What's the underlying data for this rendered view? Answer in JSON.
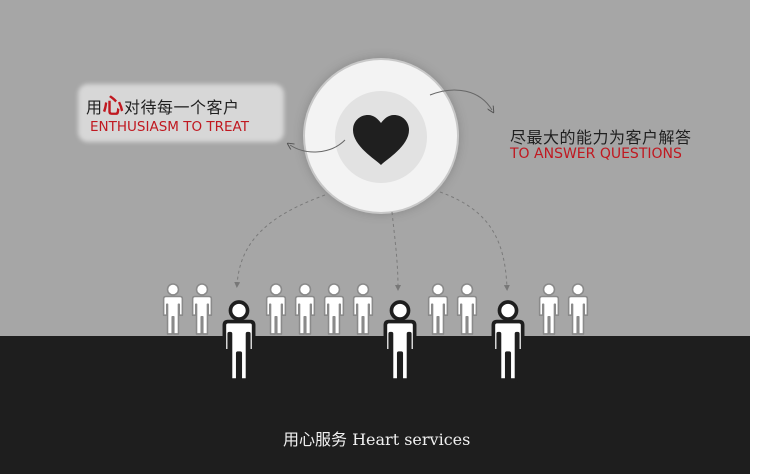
{
  "left_caption": {
    "cn_before": "用",
    "cn_accent": "心",
    "cn_after": "对待每一个客户",
    "en": "ENTHUSIASM TO TREAT"
  },
  "right_caption": {
    "cn": "尽最大的能力为客户解答",
    "en": "TO ANSWER QUESTIONS"
  },
  "footer_text": "用心服务 Heart services",
  "center_icon": "heart-icon",
  "figure_icon": "person-icon",
  "colors": {
    "top_band": "#a6a6a6",
    "bottom_band": "#1e1e1e",
    "accent_red": "#c01820",
    "heart": "#1f1f1f"
  }
}
